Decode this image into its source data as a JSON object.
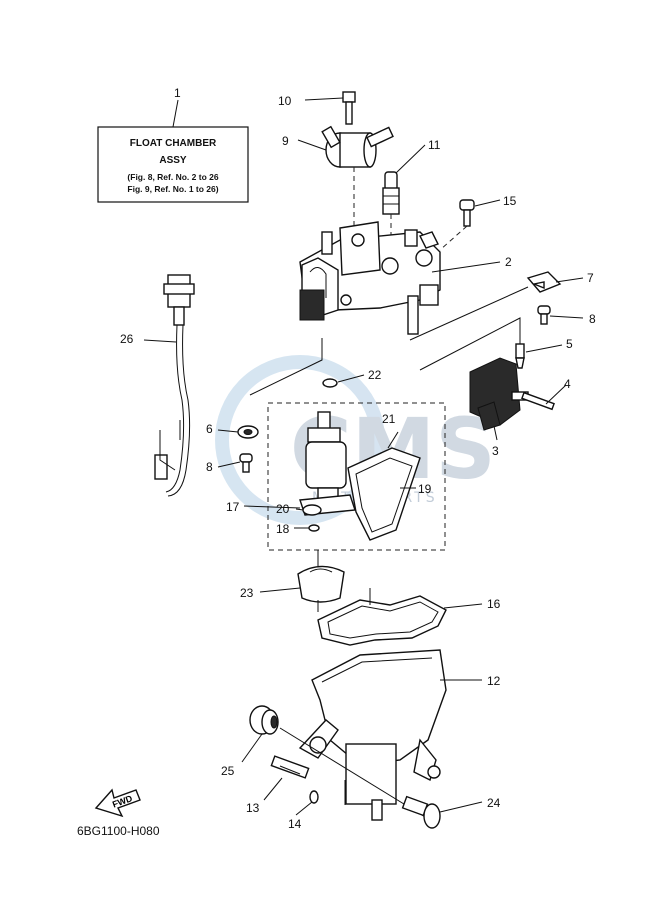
{
  "title_box": {
    "line1": "FLOAT CHAMBER",
    "line2": "ASSY",
    "line3": "(Fig. 8, Ref. No. 2 to 26",
    "line4": "Fig. 9, Ref. No. 1 to 26)"
  },
  "callouts": {
    "c1": "1",
    "c2": "2",
    "c3": "3",
    "c4": "4",
    "c5": "5",
    "c6": "6",
    "c7": "7",
    "c8a": "8",
    "c8b": "8",
    "c9": "9",
    "c10": "10",
    "c11": "11",
    "c12": "12",
    "c13": "13",
    "c14": "14",
    "c15": "15",
    "c16": "16",
    "c17": "17",
    "c18": "18",
    "c19": "19",
    "c20": "20",
    "c21": "21",
    "c22": "22",
    "c23": "23",
    "c24": "24",
    "c25": "25",
    "c26": "26"
  },
  "fwd_label": "FWD",
  "diagram_code": "6BG1100-H080",
  "watermark": {
    "logo": "CMS",
    "sub": "MOTORPARTS",
    "color": "#c9d3de"
  }
}
